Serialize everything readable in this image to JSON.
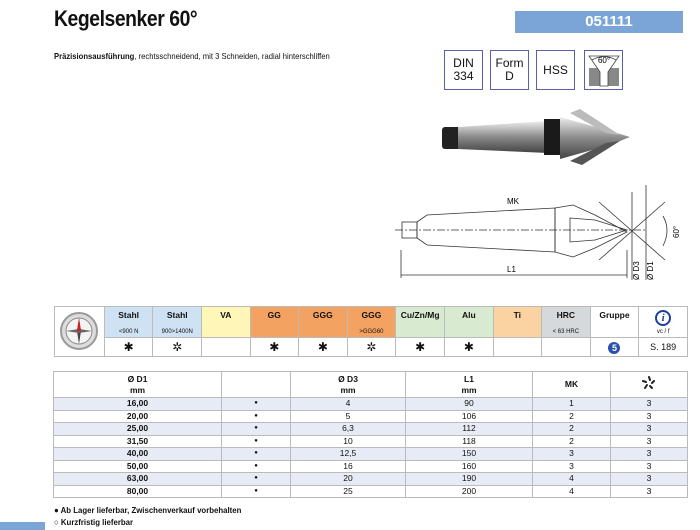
{
  "header": {
    "title": "Kegelsenker 60°",
    "article_number": "051111",
    "description_bold": "Präzisionsausführung",
    "description_rest": ", rechtsschneidend, mit 3 Schneiden, radial hinterschliffen"
  },
  "badges": [
    {
      "line1": "DIN",
      "line2": "334"
    },
    {
      "line1": "Form",
      "line2": "D"
    },
    {
      "line1": "HSS",
      "line2": ""
    },
    {
      "angle": "60°"
    }
  ],
  "drawing": {
    "mk": "MK",
    "l1": "L1",
    "d3": "Ø D3",
    "d1": "Ø D1",
    "angle": "60°"
  },
  "materials": {
    "columns": [
      {
        "label": "Stahl",
        "sub": "<900 N",
        "color": "#cfe2f3",
        "mark": "✱"
      },
      {
        "label": "Stahl",
        "sub": "900>1400N",
        "color": "#cfe2f3",
        "mark": "✲"
      },
      {
        "label": "VA",
        "sub": "",
        "color": "#fff6b8",
        "mark": ""
      },
      {
        "label": "GG",
        "sub": "",
        "color": "#f4a261",
        "mark": "✱"
      },
      {
        "label": "GGG",
        "sub": "",
        "color": "#f4a261",
        "mark": "✱"
      },
      {
        "label": "GGG",
        "sub": ">GGG60",
        "color": "#f4a261",
        "mark": "✲"
      },
      {
        "label": "Cu/Zn/Mg",
        "sub": "",
        "color": "#d8ead0",
        "mark": "✱"
      },
      {
        "label": "Alu",
        "sub": "",
        "color": "#d8ead0",
        "mark": "✱"
      },
      {
        "label": "Ti",
        "sub": "",
        "color": "#fbd3a2",
        "mark": ""
      },
      {
        "label": "HRC",
        "sub": "< 63 HRC",
        "color": "#d6d9dc",
        "mark": ""
      },
      {
        "label": "Gruppe",
        "sub": "",
        "color": "#ffffff",
        "mark": "5"
      },
      {
        "label": "i",
        "sub": "vc / f",
        "color": "#ffffff",
        "mark": "S. 189"
      }
    ]
  },
  "sizes": {
    "headers": [
      {
        "l1": "Ø D1",
        "l2": "mm"
      },
      {
        "l1": "",
        "l2": ""
      },
      {
        "l1": "Ø D3",
        "l2": "mm"
      },
      {
        "l1": "L1",
        "l2": "mm"
      },
      {
        "l1": "MK",
        "l2": ""
      },
      {
        "l1": "flutes-icon",
        "l2": ""
      }
    ],
    "rows": [
      [
        "16,00",
        "●",
        "4",
        "90",
        "1",
        "3"
      ],
      [
        "20,00",
        "●",
        "5",
        "106",
        "2",
        "3"
      ],
      [
        "25,00",
        "●",
        "6,3",
        "112",
        "2",
        "3"
      ],
      [
        "31,50",
        "●",
        "10",
        "118",
        "2",
        "3"
      ],
      [
        "40,00",
        "●",
        "12,5",
        "150",
        "3",
        "3"
      ],
      [
        "50,00",
        "●",
        "16",
        "160",
        "3",
        "3"
      ],
      [
        "63,00",
        "●",
        "20",
        "190",
        "4",
        "3"
      ],
      [
        "80,00",
        "●",
        "25",
        "200",
        "4",
        "3"
      ]
    ]
  },
  "notes": [
    "● Ab Lager lieferbar, Zwischenverkauf vorbehalten",
    "○ Kurzfristig lieferbar"
  ]
}
